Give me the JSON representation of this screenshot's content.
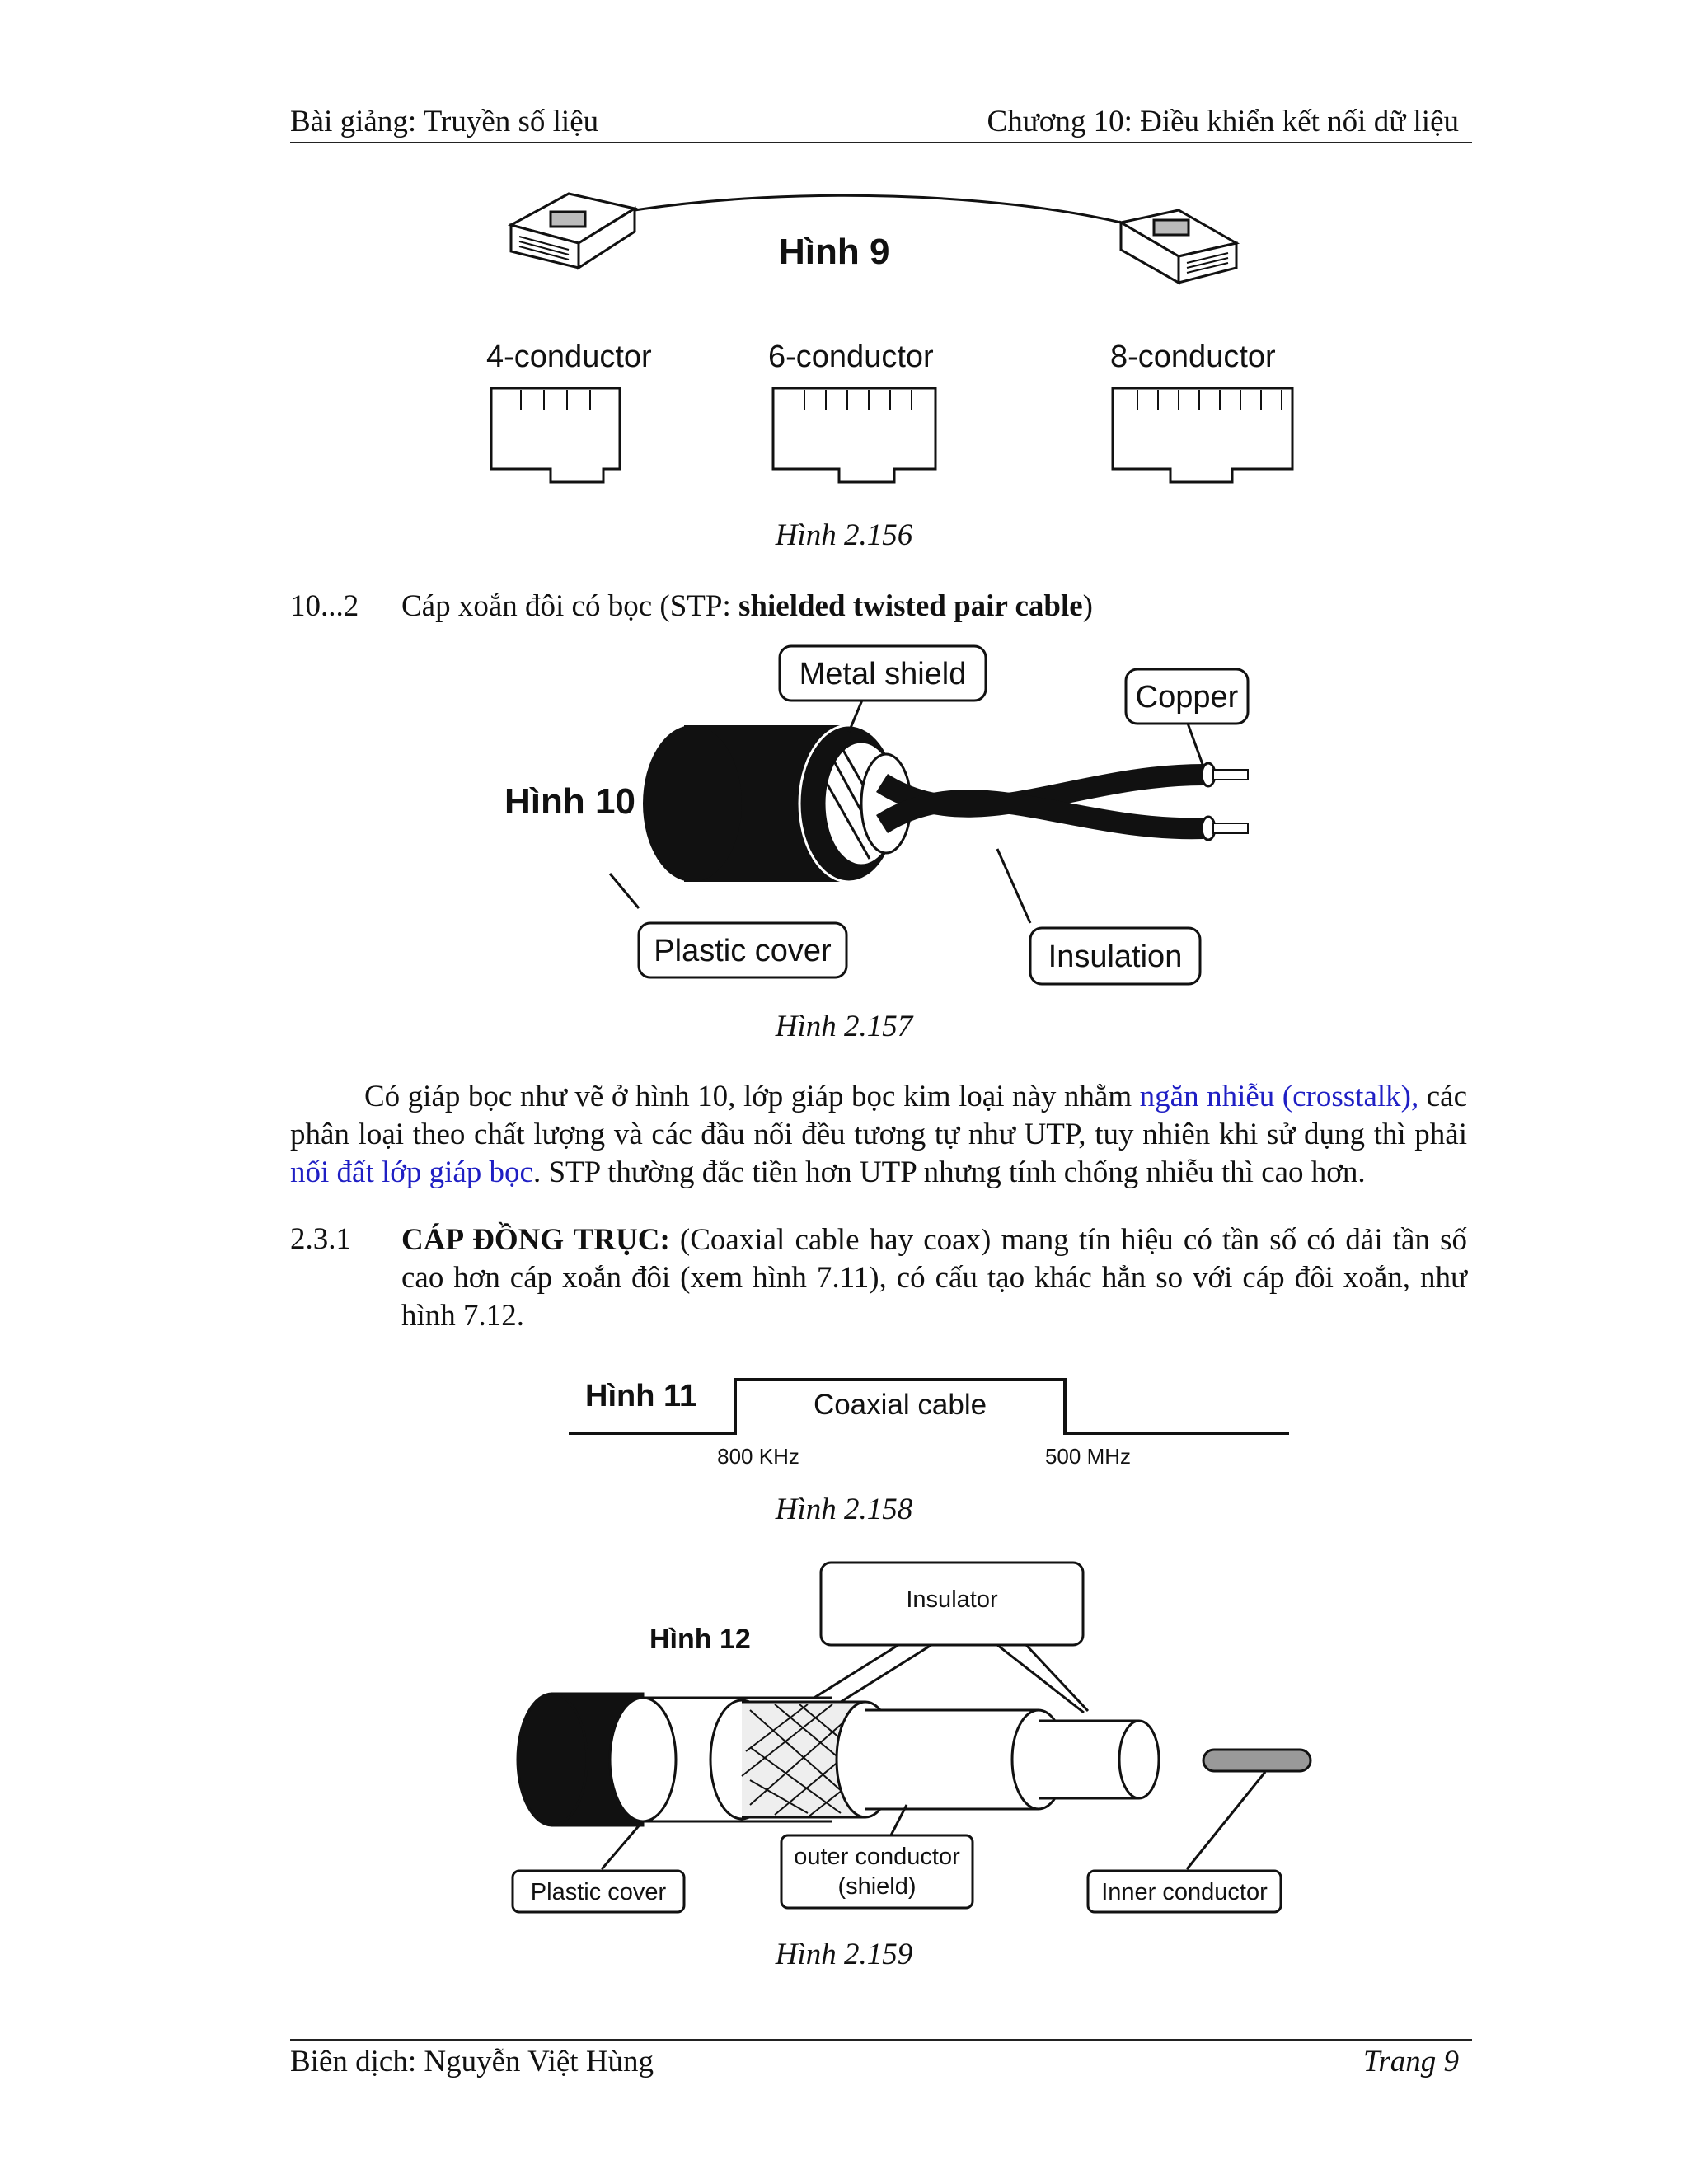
{
  "header": {
    "left": "Bài giảng: Truyền số liệu",
    "right": "Chương 10: Điều khiển kết nối dữ liệu"
  },
  "fig9": {
    "title": "Hình 9",
    "labels": [
      "4-conductor",
      "6-conductor",
      "8-conductor"
    ],
    "caption": "Hình 2.156"
  },
  "section_stp": {
    "number": "10...2",
    "text_before": "Cáp xoắn đôi có bọc (STP: ",
    "text_bold": "shielded twisted pair cable",
    "text_after": ")"
  },
  "fig10": {
    "title": "Hình 10",
    "labels": {
      "metal_shield": "Metal shield",
      "copper": "Copper",
      "plastic_cover": "Plastic cover",
      "insulation": "Insulation"
    },
    "caption": "Hình 2.157"
  },
  "paragraph_stp": {
    "part1": "Có giáp bọc như vẽ ở hình 10, lớp giáp bọc kim loại này nhằm ",
    "link1": "ngăn nhiễu (crosstalk),",
    "part2": " các phân loại theo chất lượng và các đầu nối đều tương tự như UTP, tuy nhiên khi sử dụng thì phải ",
    "link2": "nối đất lớp giáp bọc",
    "part3": ". STP thường đắc tiền hơn UTP nhưng tính chống nhiễu thì cao hơn."
  },
  "section_coax": {
    "number": "2.3.1",
    "title": "CÁP ĐỒNG TRỤC:",
    "text": " (Coaxial cable hay coax) mang tín hiệu có tần số có dải tần số cao hơn cáp xoắn đôi (xem hình 7.11), có cấu tạo khác hẳn so với cáp đôi xoắn, như hình 7.12."
  },
  "fig11": {
    "title": "Hình 11",
    "band_label": "Coaxial cable",
    "low": "800 KHz",
    "high": "500 MHz",
    "caption": "Hình 2.158"
  },
  "fig12": {
    "title": "Hình 12",
    "labels": {
      "insulator": "Insulator",
      "plastic_cover": "Plastic cover",
      "outer_1": "outer conductor",
      "outer_2": "(shield)",
      "inner": "Inner conductor"
    },
    "caption": "Hình 2.159"
  },
  "footer": {
    "left": "Biên dịch: Nguyễn Việt Hùng",
    "right": "Trang 9"
  }
}
